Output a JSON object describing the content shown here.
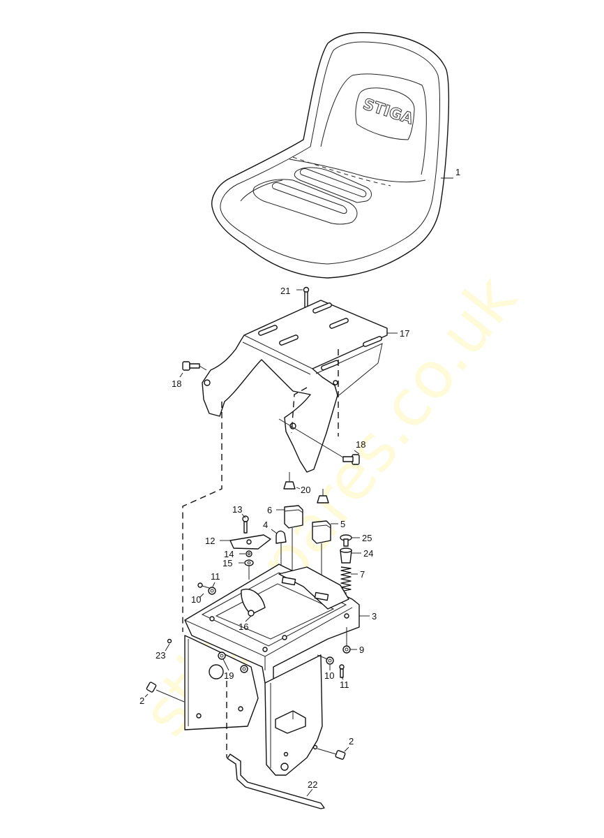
{
  "watermark": "stigaspares.co.uk",
  "seat_logo": "STIGA",
  "callouts": [
    {
      "id": "c1",
      "text": "1"
    },
    {
      "id": "c21",
      "text": "21"
    },
    {
      "id": "c17",
      "text": "17"
    },
    {
      "id": "c18a",
      "text": "18"
    },
    {
      "id": "c18b",
      "text": "18"
    },
    {
      "id": "c20",
      "text": "20"
    },
    {
      "id": "c13",
      "text": "13"
    },
    {
      "id": "c6",
      "text": "6"
    },
    {
      "id": "c4",
      "text": "4"
    },
    {
      "id": "c5",
      "text": "5"
    },
    {
      "id": "c12",
      "text": "12"
    },
    {
      "id": "c25",
      "text": "25"
    },
    {
      "id": "c14",
      "text": "14"
    },
    {
      "id": "c24",
      "text": "24"
    },
    {
      "id": "c15",
      "text": "15"
    },
    {
      "id": "c7",
      "text": "7"
    },
    {
      "id": "c11a",
      "text": "11"
    },
    {
      "id": "c10a",
      "text": "10"
    },
    {
      "id": "c3",
      "text": "3"
    },
    {
      "id": "c16",
      "text": "16"
    },
    {
      "id": "c9",
      "text": "9"
    },
    {
      "id": "c23",
      "text": "23"
    },
    {
      "id": "c19",
      "text": "19"
    },
    {
      "id": "c10b",
      "text": "10"
    },
    {
      "id": "c11b",
      "text": "11"
    },
    {
      "id": "c2a",
      "text": "2"
    },
    {
      "id": "c2b",
      "text": "2"
    },
    {
      "id": "c22",
      "text": "22"
    }
  ]
}
